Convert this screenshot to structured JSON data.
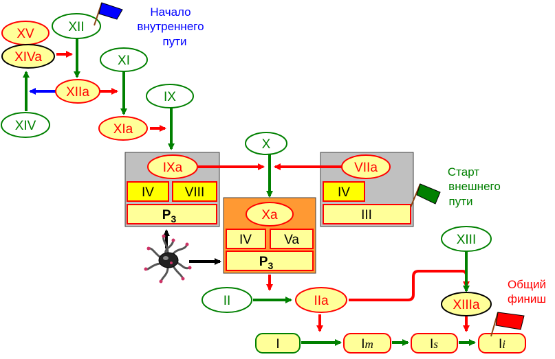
{
  "colors": {
    "active_fill": "#ffff99",
    "active_stroke": "#ff0000",
    "active_text": "#ff0000",
    "inactive_fill": "#ffffff",
    "inactive_stroke": "#008000",
    "inactive_text": "#008000",
    "arrow_green": "#008000",
    "arrow_red": "#ff0000",
    "arrow_blue": "#0000ff",
    "arrow_black": "#000000",
    "complex_gray": "#c0c0c0",
    "complex_orange": "#ff9933",
    "yellow_box": "#ffff00",
    "flag_blue": "#0000ff",
    "flag_green": "#008000",
    "flag_red": "#ff0000"
  },
  "factors": {
    "xv": "XV",
    "xiva": "XIVa",
    "xiv": "XIV",
    "xii": "XII",
    "xiia": "XIIa",
    "xi": "XI",
    "xia": "XIa",
    "ix": "IX",
    "ixa": "IXa",
    "x": "X",
    "xa": "Xa",
    "viia": "VIIa",
    "xiii": "XIII",
    "xiiia": "XIIIa",
    "ii": "II",
    "iia": "IIa",
    "i": "I"
  },
  "complexes": {
    "tenase_intrinsic": {
      "cofactor_left": "IV",
      "cofactor_right": "VIII",
      "platform_base": "P",
      "platform_sub": "3"
    },
    "prothrombinase": {
      "cofactor_left": "IV",
      "cofactor_right": "Va",
      "platform_base": "P",
      "platform_sub": "3"
    },
    "tenase_extrinsic": {
      "cofactor_left": "IV",
      "bottom": "III"
    }
  },
  "fibrin": {
    "im_base": "I",
    "im_sub": "m",
    "is_base": "I",
    "is_sub": "s",
    "ii_base": "I",
    "ii_sub": "i"
  },
  "annotations": {
    "intrinsic_start": [
      "Начало",
      "внутреннего",
      "пути"
    ],
    "extrinsic_start": [
      "Старт",
      "внешнего",
      "пути"
    ],
    "common_finish": [
      "Общий",
      "финиш"
    ]
  },
  "icons": {
    "platelet": "activated-platelet-icon",
    "flag_blue": "blue-flag-icon",
    "flag_green": "green-flag-icon",
    "flag_red": "red-flag-icon"
  }
}
